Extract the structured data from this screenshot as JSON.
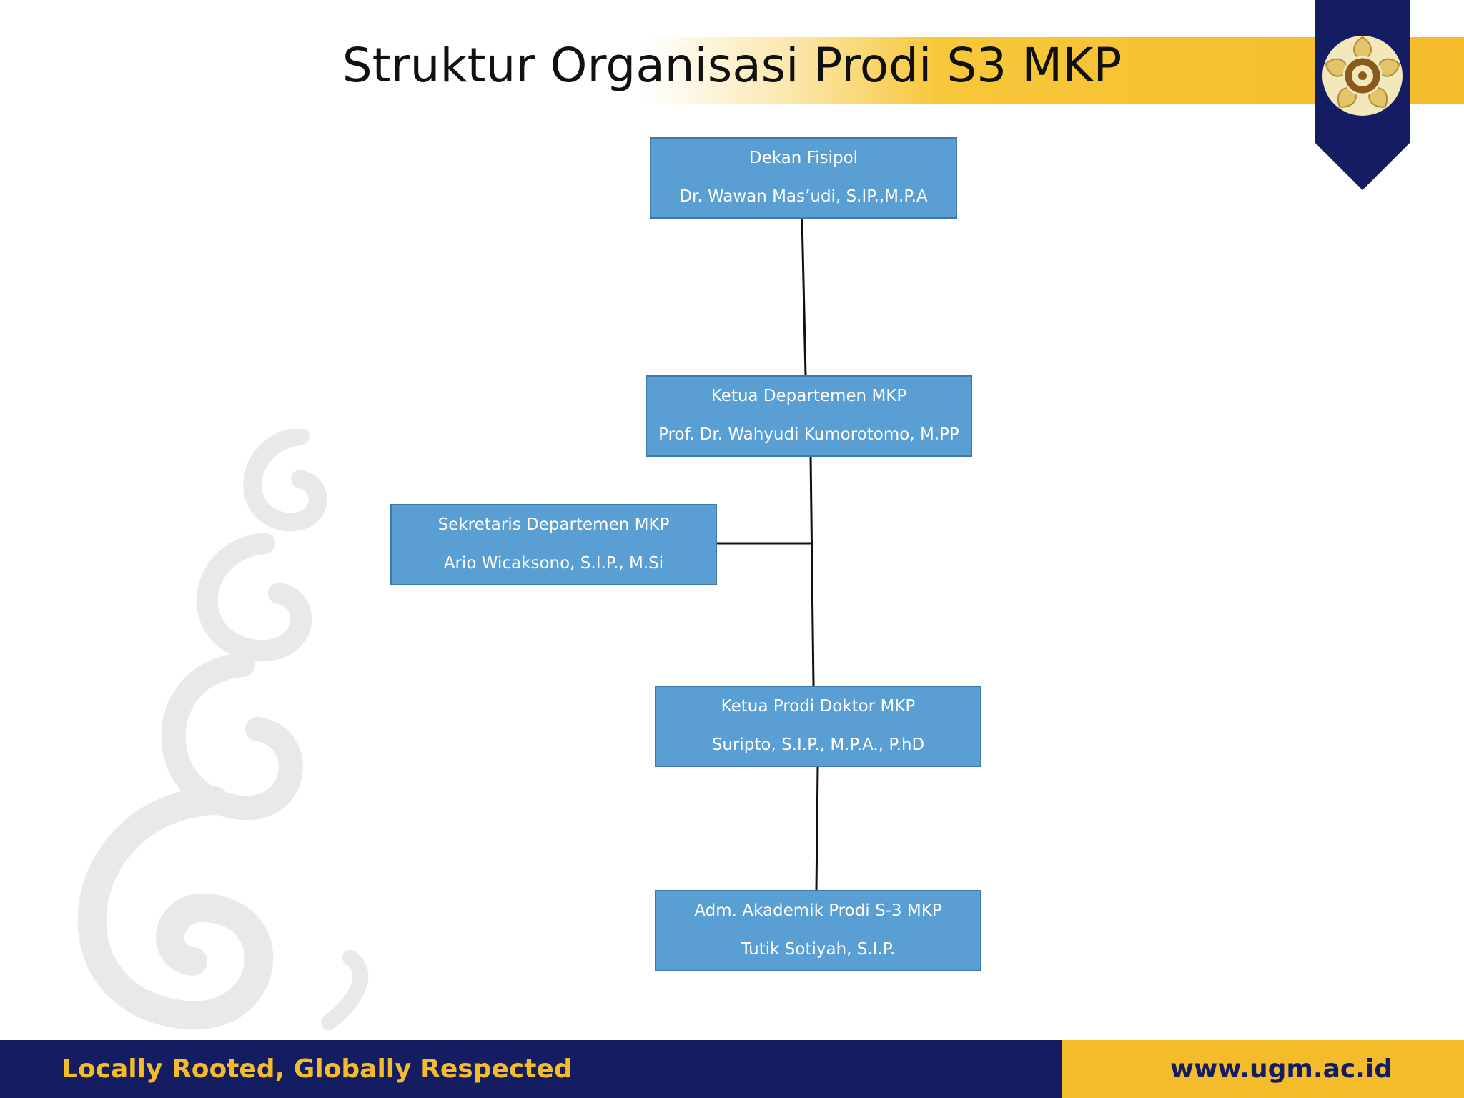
{
  "slide": {
    "title": "Struktur Organisasi Prodi S3 MKP"
  },
  "org_chart": {
    "dekan": {
      "role": "Dekan Fisipol",
      "name": "Dr. Wawan Mas’udi, S.IP.,M.P.A"
    },
    "ketua_departemen": {
      "role": "Ketua Departemen MKP",
      "name": "Prof. Dr. Wahyudi Kumorotomo, M.PP"
    },
    "sekretaris_departemen": {
      "role": "Sekretaris Departemen MKP",
      "name": "Ario Wicaksono, S.I.P., M.Si"
    },
    "ketua_prodi": {
      "role": "Ketua Prodi Doktor MKP",
      "name": "Suripto, S.I.P., M.P.A., P.hD"
    },
    "adm_akademik": {
      "role": "Adm. Akademik Prodi S-3 MKP",
      "name": "Tutik Sotiyah, S.I.P."
    }
  },
  "footer": {
    "tagline": "Locally Rooted, Globally Respected",
    "url": "www.ugm.ac.id"
  },
  "colors": {
    "box_fill": "#5a9fd4",
    "box_border": "#4178a8",
    "navy": "#141c62",
    "gold": "#f4bb2b"
  },
  "icons": {
    "logo": "ugm-crest-icon",
    "decoration": "swirl-ornament"
  }
}
